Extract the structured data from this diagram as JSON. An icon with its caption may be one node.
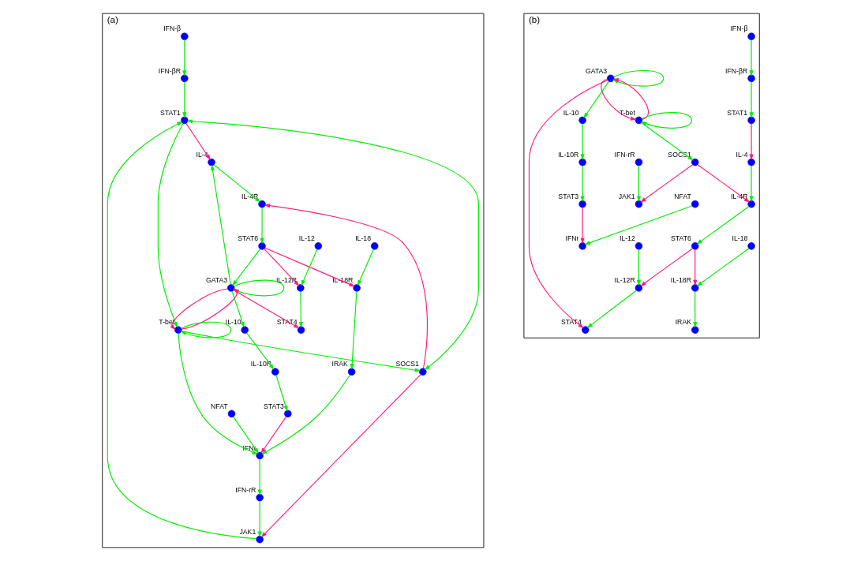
{
  "diagram": {
    "nodes": [
      {
        "text": [
          "(a)"
        ]
      },
      {
        "text": [],
        "shape": "circle",
        "beside": [
          "IFN-β"
        ],
        "in": 0
      },
      {
        "text": [],
        "shape": "circle",
        "beside": [
          "JAK1"
        ],
        "in": 0
      },
      {
        "text": [],
        "shape": "circle",
        "beside": [
          "IFN-rR"
        ],
        "in": 0
      },
      {
        "text": [],
        "shape": "circle",
        "beside": [
          "IFN-βR"
        ],
        "in": 0
      },
      {
        "text": [],
        "shape": "circle",
        "beside": [
          "NFAT"
        ],
        "in": 0
      },
      {
        "text": [],
        "shape": "circle",
        "beside": [
          "SOCS1"
        ],
        "in": 0
      },
      {
        "text": [],
        "shape": "circle",
        "beside": [
          "IRAK"
        ],
        "in": 0
      },
      {
        "text": [],
        "shape": "circle",
        "beside": [
          "STAT1"
        ],
        "in": 0
      },
      {
        "text": [],
        "shape": "circle",
        "beside": [
          "IL-4R"
        ],
        "in": 0
      },
      {
        "text": [],
        "shape": "circle",
        "beside": [
          "IL-18R"
        ],
        "in": 0
      },
      {
        "text": [],
        "shape": "circle",
        "beside": [
          "IL-18"
        ],
        "in": 0
      },
      {
        "text": [],
        "shape": "circle",
        "beside": [
          "STAT6"
        ],
        "in": 0
      },
      {
        "text": [],
        "shape": "circle",
        "beside": [
          "IFNr"
        ],
        "in": 0
      },
      {
        "text": [],
        "shape": "circle",
        "beside": [
          "IL-4"
        ],
        "in": 0
      },
      {
        "text": [],
        "shape": "circle",
        "beside": [
          "IL-12"
        ],
        "in": 0
      },
      {
        "text": [],
        "shape": "circle",
        "beside": [
          "IL-12R"
        ],
        "in": 0
      },
      {
        "text": [],
        "shape": "circle",
        "beside": [
          "STAT3"
        ],
        "in": 0
      },
      {
        "text": [],
        "shape": "circle",
        "beside": [
          "GATA3"
        ],
        "in": 0
      },
      {
        "text": [],
        "shape": "circle",
        "beside": [
          "T-bet"
        ],
        "in": 0
      },
      {
        "text": [],
        "shape": "circle",
        "beside": [
          "STAT4"
        ],
        "in": 0
      },
      {
        "text": [],
        "shape": "circle",
        "beside": [
          "IL-10"
        ],
        "in": 0
      },
      {
        "text": [],
        "shape": "circle",
        "beside": [
          "IL-10R"
        ],
        "in": 0
      },
      {
        "text": [
          "(b)"
        ]
      },
      {
        "text": [],
        "shape": "circle",
        "beside": [
          "IFN-β"
        ],
        "in": 23
      },
      {
        "text": [],
        "shape": "circle",
        "beside": [
          "JAK1"
        ],
        "in": 23
      },
      {
        "text": [],
        "shape": "circle",
        "beside": [
          "IFN-rR"
        ],
        "in": 23
      },
      {
        "text": [],
        "shape": "circle",
        "beside": [
          "IFN-βR"
        ],
        "in": 23
      },
      {
        "text": [],
        "shape": "circle",
        "beside": [
          "NFAT"
        ],
        "in": 23
      },
      {
        "text": [],
        "shape": "circle",
        "beside": [
          "SOCS1"
        ],
        "in": 23
      },
      {
        "text": [],
        "shape": "circle",
        "beside": [
          "IRAK"
        ],
        "in": 23
      },
      {
        "text": [],
        "shape": "circle",
        "beside": [
          "STAT1"
        ],
        "in": 23
      },
      {
        "text": [],
        "shape": "circle",
        "beside": [
          "IL-4R"
        ],
        "in": 23
      },
      {
        "text": [],
        "shape": "circle",
        "beside": [
          "IL-18R"
        ],
        "in": 23
      },
      {
        "text": [],
        "shape": "circle",
        "beside": [
          "IL-18"
        ],
        "in": 23
      },
      {
        "text": [],
        "shape": "circle",
        "beside": [
          "STAT6"
        ],
        "in": 23
      },
      {
        "text": [],
        "shape": "circle",
        "beside": [
          "IFNr"
        ],
        "in": 23
      },
      {
        "text": [],
        "shape": "circle",
        "beside": [
          "IL-4"
        ],
        "in": 23
      },
      {
        "text": [],
        "shape": "circle",
        "beside": [
          "IL-12"
        ],
        "in": 23
      },
      {
        "text": [],
        "shape": "circle",
        "beside": [
          "IL-12R"
        ],
        "in": 23
      },
      {
        "text": [],
        "shape": "circle",
        "beside": [
          "STAT3"
        ],
        "in": 23
      },
      {
        "text": [],
        "shape": "circle",
        "beside": [
          "GATA3"
        ],
        "in": 23
      },
      {
        "text": [],
        "shape": "circle",
        "beside": [
          "T-bet"
        ],
        "in": 23
      },
      {
        "text": [],
        "shape": "circle",
        "beside": [
          "STAT4"
        ],
        "in": 23
      },
      {
        "text": [],
        "shape": "circle",
        "beside": [
          "IL-10"
        ],
        "in": 23
      },
      {
        "text": [],
        "shape": "circle",
        "beside": [
          "IL-10R"
        ],
        "in": 23
      }
    ],
    "edges": [
      {
        "from": 1,
        "to": 4,
        "arrow": "to"
      },
      {
        "from": 4,
        "to": 8,
        "arrow": "to"
      },
      {
        "from": 3,
        "to": 2,
        "arrow": "to"
      },
      {
        "from": 6,
        "to": 2,
        "arrow": "to",
        "color": "#ff1a80"
      },
      {
        "from": 2,
        "to": 8,
        "arrow": "to"
      },
      {
        "from": 6,
        "to": 8,
        "arrow": "both"
      },
      {
        "from": 6,
        "to": 9,
        "arrow": "to",
        "color": "#ff1a80"
      },
      {
        "from": 8,
        "to": 14,
        "arrow": "to",
        "color": "#ff1a80"
      },
      {
        "from": 8,
        "to": 19,
        "arrow": "to"
      },
      {
        "from": 19,
        "to": 6,
        "arrow": "to"
      },
      {
        "from": 14,
        "to": 9,
        "arrow": "to"
      },
      {
        "from": 9,
        "to": 12,
        "arrow": "to"
      },
      {
        "from": 12,
        "to": 18,
        "arrow": "to"
      },
      {
        "from": 12,
        "to": 10,
        "arrow": "to",
        "color": "#ff1a80"
      },
      {
        "from": 12,
        "to": 16,
        "arrow": "to",
        "color": "#ff1a80"
      },
      {
        "from": 11,
        "to": 10,
        "arrow": "to"
      },
      {
        "from": 10,
        "to": 7,
        "arrow": "to"
      },
      {
        "from": 7,
        "to": 13,
        "arrow": "to"
      },
      {
        "from": 13,
        "to": 3,
        "arrow": "to"
      },
      {
        "from": 5,
        "to": 13,
        "arrow": "to"
      },
      {
        "from": 15,
        "to": 16,
        "arrow": "to"
      },
      {
        "from": 16,
        "to": 20,
        "arrow": "to"
      },
      {
        "from": 18,
        "to": 14,
        "arrow": "to"
      },
      {
        "from": 18,
        "to": 18,
        "arrow": "to"
      },
      {
        "from": 18,
        "to": 20,
        "arrow": "to",
        "color": "#ff1a80"
      },
      {
        "from": 18,
        "to": 19,
        "arrow": "to",
        "color": "#ff1a80"
      },
      {
        "from": 19,
        "to": 18,
        "arrow": "to",
        "color": "#ff1a80"
      },
      {
        "from": 19,
        "to": 19,
        "arrow": "to"
      },
      {
        "from": 19,
        "to": 13,
        "arrow": "to"
      },
      {
        "from": 18,
        "to": 21,
        "arrow": "to"
      },
      {
        "from": 21,
        "to": 22,
        "arrow": "to"
      },
      {
        "from": 22,
        "to": 17,
        "arrow": "to"
      },
      {
        "from": 17,
        "to": 13,
        "arrow": "to",
        "color": "#ff1a80"
      },
      {
        "from": 24,
        "to": 27,
        "arrow": "to"
      },
      {
        "from": 27,
        "to": 31,
        "arrow": "to"
      },
      {
        "from": 26,
        "to": 25,
        "arrow": "to"
      },
      {
        "from": 29,
        "to": 25,
        "arrow": "to",
        "color": "#ff1a80"
      },
      {
        "from": 29,
        "to": 32,
        "arrow": "to",
        "color": "#ff1a80"
      },
      {
        "from": 31,
        "to": 37,
        "arrow": "to",
        "color": "#ff1a80"
      },
      {
        "from": 42,
        "to": 29,
        "arrow": "to"
      },
      {
        "from": 37,
        "to": 32,
        "arrow": "to"
      },
      {
        "from": 32,
        "to": 35,
        "arrow": "to"
      },
      {
        "from": 35,
        "to": 33,
        "arrow": "to",
        "color": "#ff1a80"
      },
      {
        "from": 35,
        "to": 39,
        "arrow": "to",
        "color": "#ff1a80"
      },
      {
        "from": 34,
        "to": 33,
        "arrow": "to"
      },
      {
        "from": 33,
        "to": 30,
        "arrow": "to"
      },
      {
        "from": 28,
        "to": 36,
        "arrow": "to"
      },
      {
        "from": 38,
        "to": 39,
        "arrow": "to"
      },
      {
        "from": 39,
        "to": 43,
        "arrow": "to"
      },
      {
        "from": 41,
        "to": 41,
        "arrow": "to"
      },
      {
        "from": 41,
        "to": 43,
        "arrow": "to",
        "color": "#ff1a80"
      },
      {
        "from": 41,
        "to": 42,
        "arrow": "to",
        "color": "#ff1a80"
      },
      {
        "from": 42,
        "to": 41,
        "arrow": "to",
        "color": "#ff1a80"
      },
      {
        "from": 42,
        "to": 42,
        "arrow": "to"
      },
      {
        "from": 41,
        "to": 44,
        "arrow": "to"
      },
      {
        "from": 44,
        "to": 45,
        "arrow": "to"
      },
      {
        "from": 45,
        "to": 40,
        "arrow": "to"
      },
      {
        "from": 40,
        "to": 36,
        "arrow": "to",
        "color": "#ff1a80"
      }
    ]
  }
}
